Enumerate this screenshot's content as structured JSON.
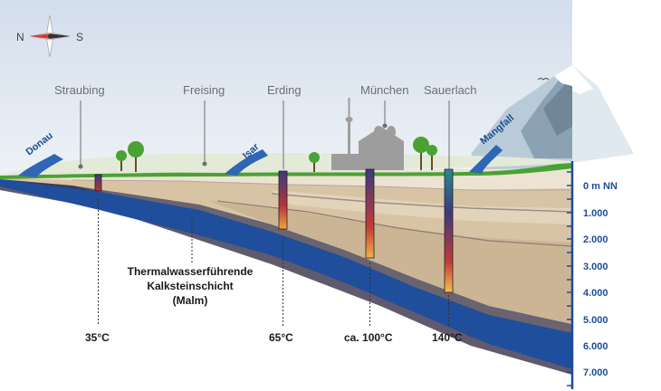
{
  "compass": {
    "north": "N",
    "south": "S"
  },
  "towns": [
    {
      "name": "Straubing",
      "temperature": "35°C"
    },
    {
      "name": "Freising"
    },
    {
      "name": "Erding",
      "temperature": "65°C"
    },
    {
      "name": "München",
      "temperature": "ca. 100°C"
    },
    {
      "name": "Sauerlach",
      "temperature": "140°C"
    }
  ],
  "rivers": [
    "Donau",
    "Isar",
    "Mangfall"
  ],
  "layer_label": [
    "Thermalwasserführende",
    "Kalksteinschicht",
    "(Malm)"
  ],
  "depth_axis": [
    "0 m NN",
    "1.000",
    "2.000",
    "3.000",
    "4.000",
    "5.000",
    "6.000",
    "7.000"
  ],
  "colors": {
    "sky": "#dfe7f1",
    "grass": "#4aa235",
    "aquifer": "#1f4e9c",
    "axis": "#1c4d99",
    "label": "#6b6f72"
  }
}
